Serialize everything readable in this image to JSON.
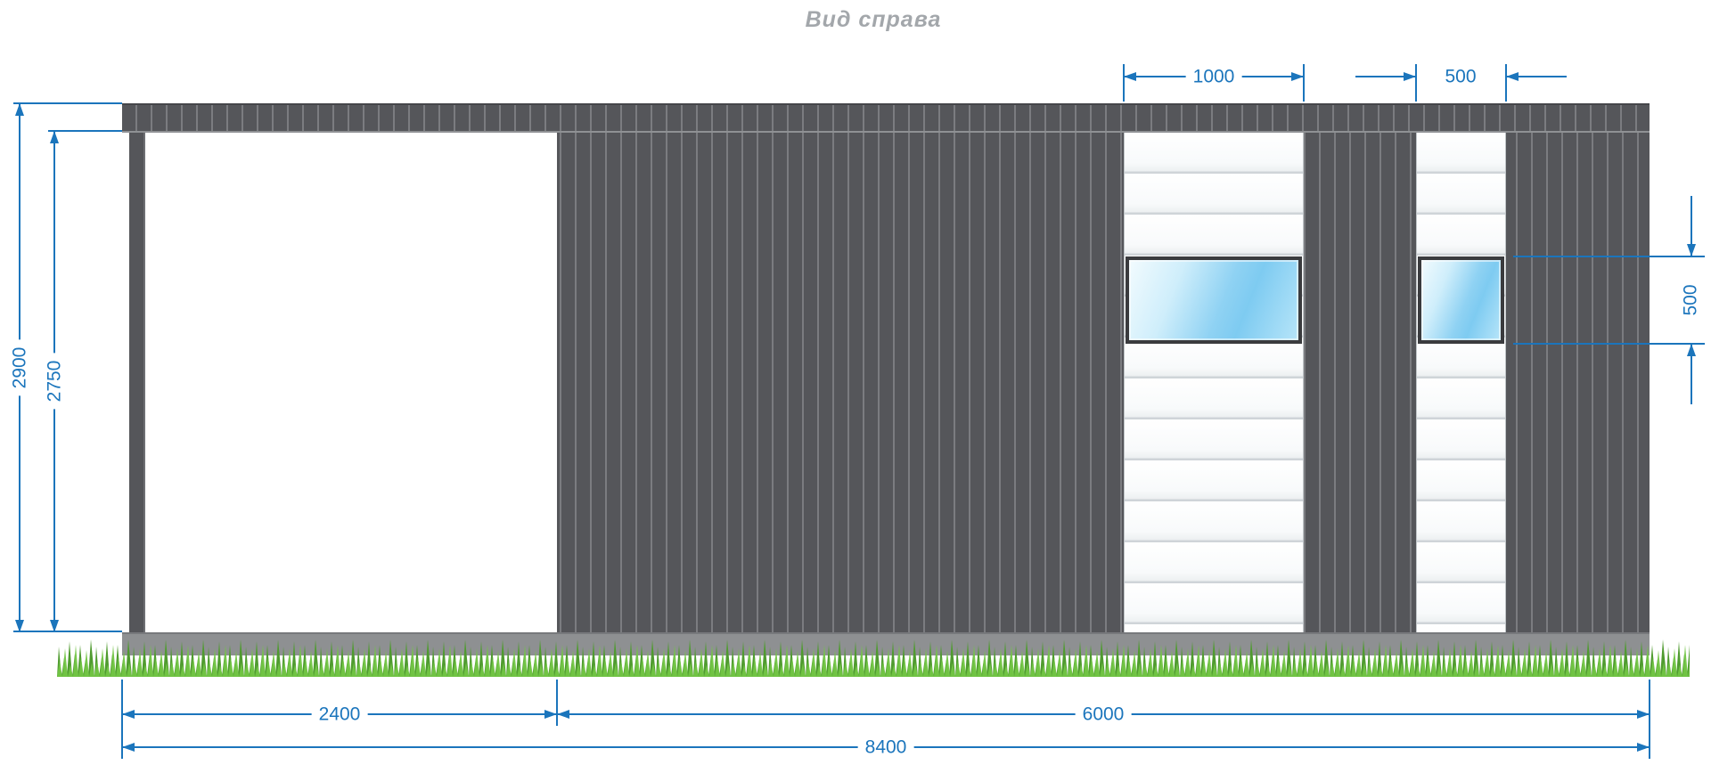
{
  "title": "Вид справа",
  "dimensions": {
    "total_height": "2900",
    "inner_height": "2750",
    "large_panel_width": "1000",
    "small_panel_width": "500",
    "window_height": "500",
    "left_section_width": "2400",
    "right_section_width": "6000",
    "total_width": "8400"
  },
  "colors": {
    "dim": "#1b75bc",
    "wall": "#55565a",
    "wall_line": "#7b7c80",
    "panel_line": "#cfd4d8",
    "frame": "#3a3b3e",
    "glass_light": "#cfeefb",
    "glass_deep": "#8fd2f3",
    "foundation": "#8e9092",
    "grass_light": "#72c544",
    "grass_dark": "#4f9b2f",
    "title": "#a3a7ab"
  }
}
